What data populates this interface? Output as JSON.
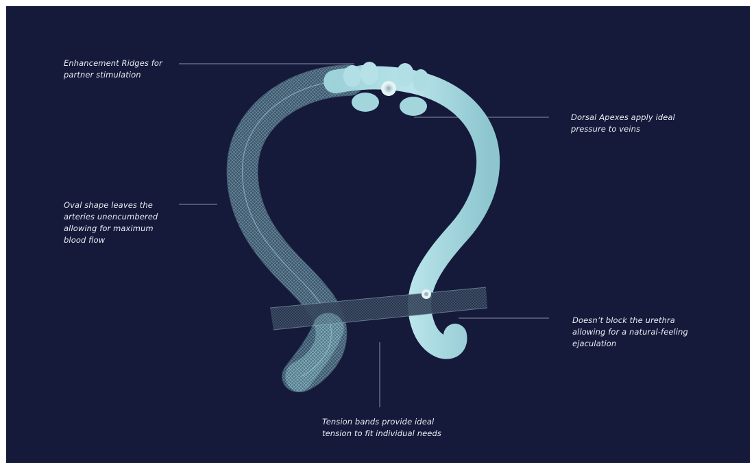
{
  "colors": {
    "background": "#151a3a",
    "frame": "#ffffff",
    "text": "#e9ecf4",
    "leader_line": "#8a90a8",
    "ring_solid": "#a9d9e0",
    "ring_mesh": "#8fc9cf",
    "band": "#2b3950"
  },
  "callouts": {
    "ridges": "Enhancement Ridges for\npartner stimulation",
    "dorsal": "Dorsal Apexes apply ideal\npressure to veins",
    "oval": "Oval shape leaves the\narteries unencumbered\nallowing for maximum\nblood flow",
    "urethra": "Doesn’t block the urethra\nallowing for a natural-feeling\nejaculation",
    "tension": "Tension bands provide ideal\ntension to fit individual needs"
  }
}
